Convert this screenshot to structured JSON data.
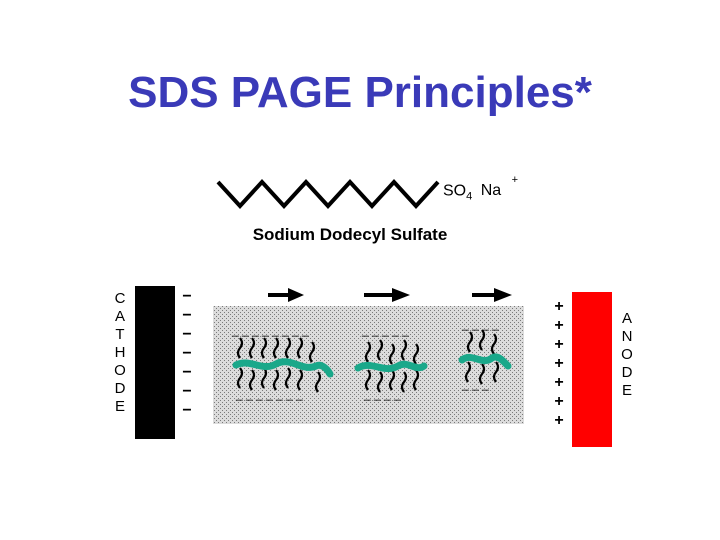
{
  "slide": {
    "title": "SDS PAGE Principles*",
    "molecule": {
      "head_group_main": "SO",
      "head_group_sub": "4",
      "counter_ion": "Na",
      "counter_ion_charge": "+",
      "name": "Sodium Dodecyl Sulfate"
    },
    "cathode": {
      "letters": [
        "C",
        "A",
        "T",
        "H",
        "O",
        "D",
        "E"
      ],
      "color": "#000000",
      "charge_signs": [
        "−",
        "−",
        "−",
        "−",
        "−",
        "−",
        "−"
      ]
    },
    "anode": {
      "letters": [
        "A",
        "N",
        "O",
        "D",
        "E"
      ],
      "color": "#ff0000",
      "charge_signs": [
        "+",
        "+",
        "+",
        "+",
        "+",
        "+",
        "+"
      ]
    },
    "colors": {
      "title": "#3a3ab8",
      "protein": "#1aa88a",
      "gel": "#c8c8c8"
    }
  }
}
